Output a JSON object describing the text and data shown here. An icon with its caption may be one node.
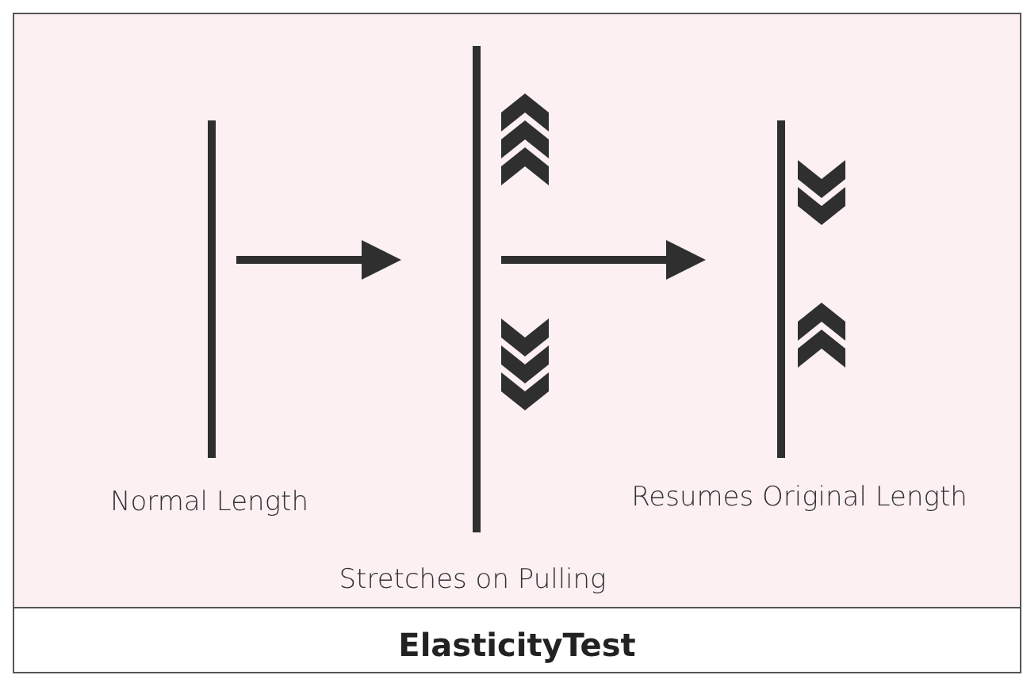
{
  "diagram": {
    "title": "ElasticityTest",
    "nodes": [
      {
        "text": [],
        "shape": "bar",
        "beside": [
          "Normal Length"
        ]
      },
      {
        "text": [],
        "shape": "bar",
        "beside": [
          "Stretches on Pulling"
        ]
      },
      {
        "text": [],
        "shape": "bar",
        "beside": [
          "Resumes Original Length"
        ]
      }
    ],
    "edges": [
      {
        "from": 0,
        "to": 1,
        "arrow": "to"
      },
      {
        "from": 1,
        "to": 2,
        "arrow": "to"
      }
    ]
  }
}
